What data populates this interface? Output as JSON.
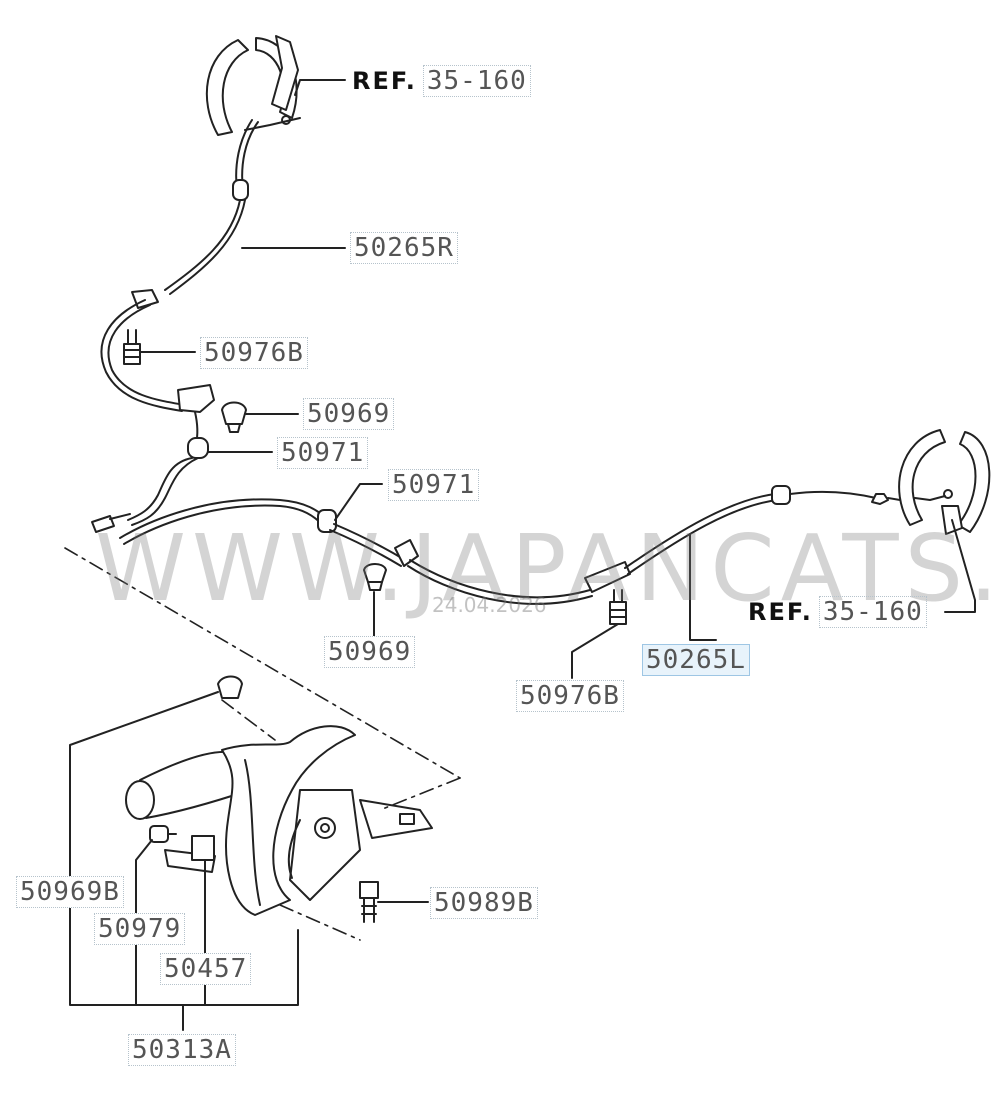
{
  "watermark": {
    "text": "WWW.JAPANCATS.RU",
    "date": "24.04.2026"
  },
  "refs": [
    {
      "prefix": "REF.",
      "number": "35-160"
    },
    {
      "prefix": "REF.",
      "number": "35-160"
    }
  ],
  "labels": {
    "cable_right": "50265R",
    "cable_left": "50265L",
    "bolt_upper": "50976B",
    "bolt_lower": "50976B",
    "clip_upper": "50969",
    "clip_lower": "50969",
    "grommet_upper": "50971",
    "grommet_lower": "50971",
    "clip_lever": "50969B",
    "bolt_lever": "50979",
    "switch_lever": "50457",
    "bolt_bracket": "50989B",
    "lever_assembly": "50313A"
  }
}
